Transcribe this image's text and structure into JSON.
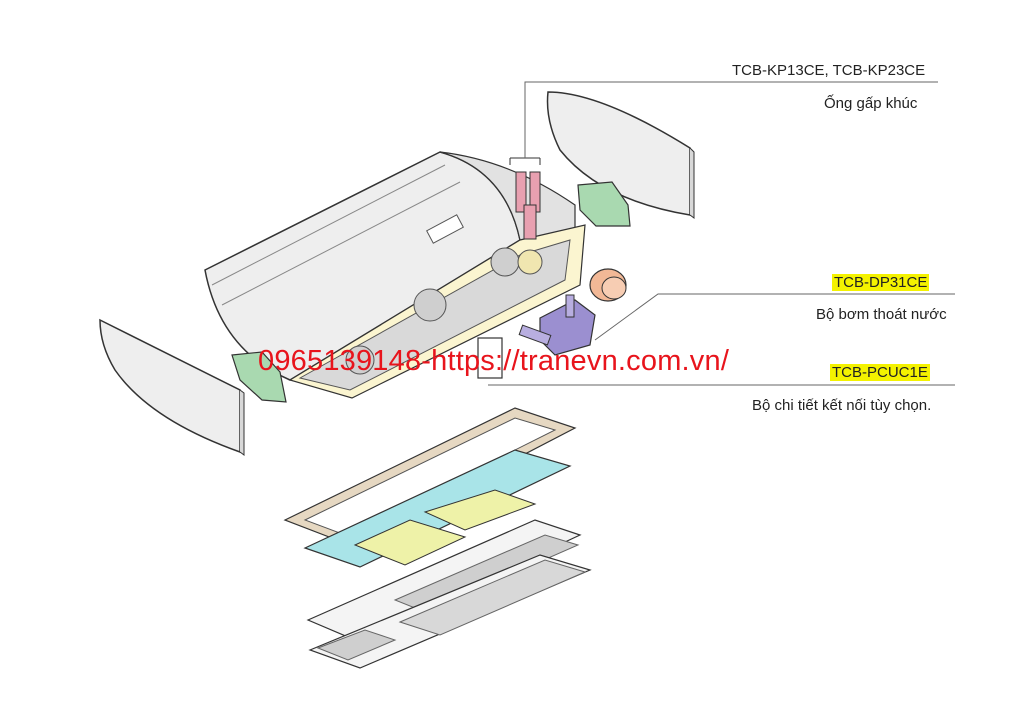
{
  "callouts": {
    "kit1": {
      "code": "TCB-KP13CE,  TCB-KP23CE",
      "desc": "Ống gấp khúc"
    },
    "kit2": {
      "code": "TCB-DP31CE",
      "desc": "Bộ bơm thoát nước"
    },
    "kit3": {
      "code": "TCB-PCUC1E",
      "desc": "Bộ chi tiết kết nối tùy chọn."
    }
  },
  "watermark": "0965139148-https://tranevn.com.vn/",
  "colors": {
    "highlight": "#f4f200",
    "watermark": "#e8141c",
    "pipe_pink": "#e8a0b0",
    "bracket_green": "#a9d9b0",
    "pump_purple": "#9b8fd0",
    "flange_peach": "#f2b896",
    "filter_cyan": "#a9e4e8",
    "filter_yellow": "#eef2a8",
    "frame_beige": "#e6d8c2",
    "body_grey": "#eeeeee",
    "insulation_yellow": "#fbf5d0"
  }
}
